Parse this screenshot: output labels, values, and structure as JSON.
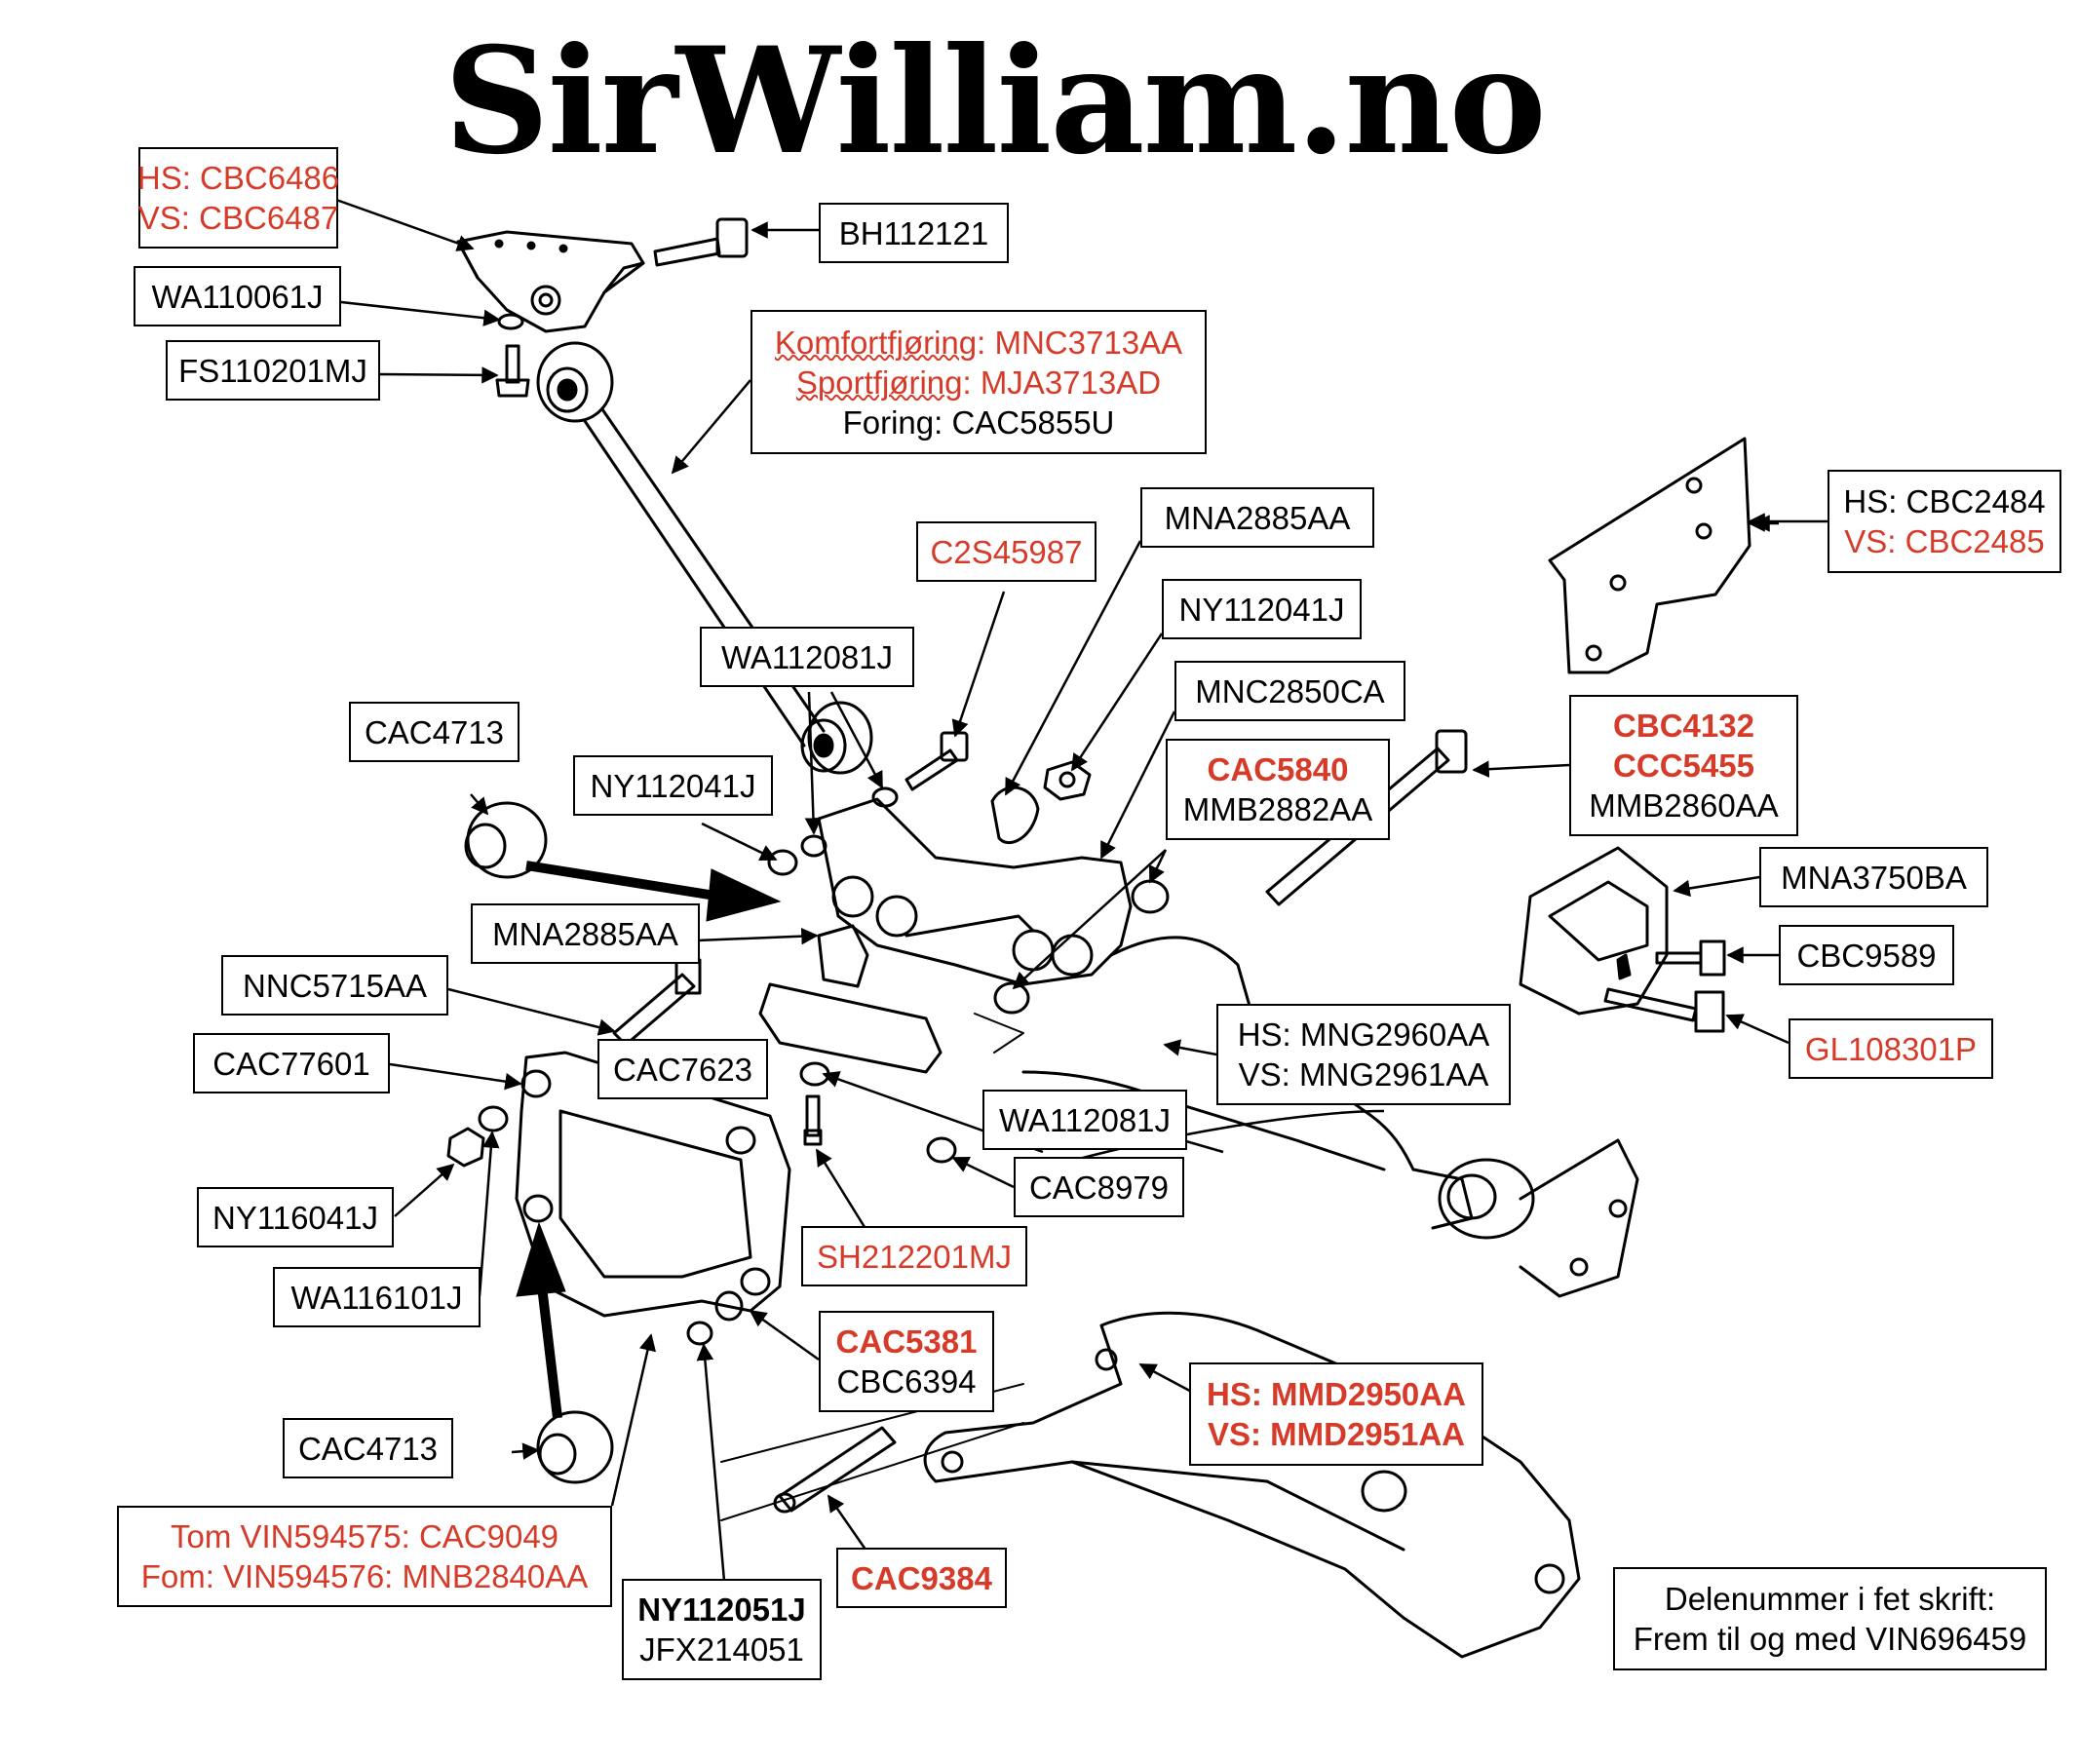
{
  "site_title": "SirWilliam.no",
  "labels": {
    "upper_mount": {
      "line1": "HS: CBC6486",
      "line2": "VS: CBC6487"
    },
    "bolt_top": "BH112121",
    "washer_top": "WA110061J",
    "bolt_fs": "FS110201MJ",
    "link": {
      "line1_prefix": "Komfortfjøring",
      "line1_value": ": MNC3713AA",
      "line2_prefix": "Sportfjøring",
      "line2_value": ": MJA3713AD",
      "line3": "Foring: CAC5855U"
    },
    "mna_top": "MNA2885AA",
    "c2s": "C2S45987",
    "ny_right": "NY112041J",
    "washer_mid": "WA112081J",
    "mnc2850": "MNC2850CA",
    "cac4713_top": "CAC4713",
    "ny_left": "NY112041J",
    "cac5840": {
      "line1": "CAC5840",
      "line2": "MMB2882AA"
    },
    "cbc4132": {
      "line1": "CBC4132",
      "line2": "CCC5455",
      "line3": "MMB2860AA"
    },
    "right_bracket": {
      "line1": "HS: CBC2484",
      "line2": "VS: CBC2485"
    },
    "mna3750": "MNA3750BA",
    "cbc9589": "CBC9589",
    "gl108": "GL108301P",
    "mna_mid": "MNA2885AA",
    "nnc": "NNC5715AA",
    "cac77601": "CAC77601",
    "cac7623": "CAC7623",
    "mng": {
      "line1": "HS: MNG2960AA",
      "line2": "VS: MNG2961AA"
    },
    "wa_lower": "WA112081J",
    "cac8979": "CAC8979",
    "ny116": "NY116041J",
    "sh212": "SH212201MJ",
    "wa116": "WA116101J",
    "cac5381": {
      "line1": "CAC5381",
      "line2": "CBC6394"
    },
    "mmd": {
      "line1": "HS: MMD2950AA",
      "line2": "VS: MMD2951AA"
    },
    "cac4713_bottom": "CAC4713",
    "vin": {
      "line1": "Tom VIN594575: CAC9049",
      "line2": "Fom: VIN594576: MNB2840AA"
    },
    "ny112051": {
      "line1": "NY112051J",
      "line2": "JFX214051"
    },
    "cac9384": "CAC9384",
    "note": {
      "line1": "Delenummer i fet skrift:",
      "line2": "Frem til og med VIN696459"
    }
  },
  "colors": {
    "red": "#d63a28",
    "black": "#000000"
  }
}
